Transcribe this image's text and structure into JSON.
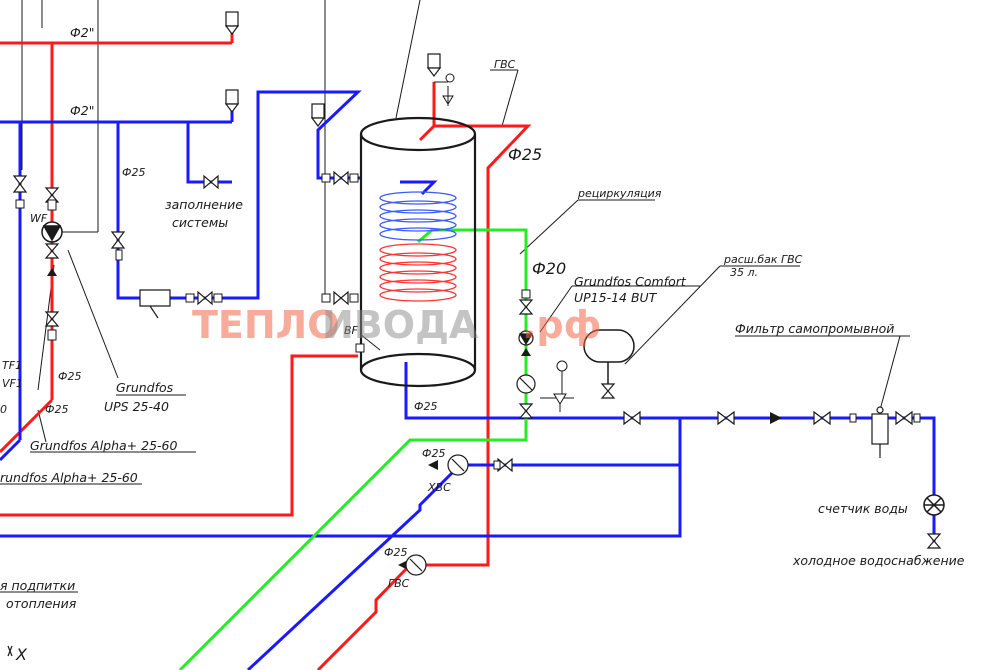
{
  "colors": {
    "hot": "#ff1a1a",
    "cold": "#1a1aff",
    "recirc": "#22ee22",
    "ink": "#1a1a1a",
    "watermark_a": "#f26a4a",
    "watermark_b": "#8a8a8a"
  },
  "labels": {
    "dia_top_red": "Ф2\"",
    "dia_top_blue": "Ф2\"",
    "dia_25_left": "Ф25",
    "fill_line1": "заполнение",
    "fill_line2": "системы",
    "gvs_top": "ГВС",
    "dia_25_big": "Ф25",
    "recirculation": "рециркуляция",
    "dia_20": "Ф20",
    "pump_comfort_1": "Grundfos Comfort",
    "pump_comfort_2": "UP15-14 BUT",
    "exp_tank_1": "расш.бак ГВС",
    "exp_tank_2": "35 л.",
    "filter": "Фильтр самопромывной",
    "wf": "WF",
    "bf": "BF",
    "tf1": "TF1",
    "vf1": "VF1",
    "zero": "0",
    "dia_25_a": "Ф25",
    "dia_25_b": "Ф25",
    "pump_ups_1": "Grundfos",
    "pump_ups_2": "UPS 25-40",
    "pump_alpha_1": "Grundfos Alpha+ 25-60",
    "pump_alpha_2": "rundfos Alpha+ 25-60",
    "dia_25_tank": "Ф25",
    "dia_25_hvs": "Ф25",
    "hvs": "ХВС",
    "meter": "счетчик воды",
    "cold_supply": "холодное водоснабжение",
    "dia_25_gvs": "Ф25",
    "gvs_bottom": "ГВС",
    "makeup_1": "я подпитки",
    "makeup_2": "отопления",
    "cross_mark": "X"
  },
  "watermark": {
    "part_a": "ТЕПЛО",
    "part_b": "ИВОДА",
    "part_c": ".рф"
  }
}
